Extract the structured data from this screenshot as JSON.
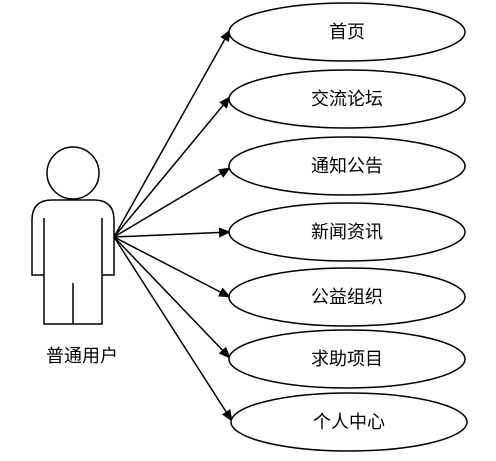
{
  "diagram": {
    "type": "use-case",
    "actor": {
      "label": "普通用户",
      "icon": "person-icon"
    },
    "use_cases": [
      {
        "id": "home",
        "label": "首页"
      },
      {
        "id": "forum",
        "label": "交流论坛"
      },
      {
        "id": "notice",
        "label": "通知公告"
      },
      {
        "id": "news",
        "label": "新闻资讯"
      },
      {
        "id": "charity",
        "label": "公益组织"
      },
      {
        "id": "help",
        "label": "求助项目"
      },
      {
        "id": "personal",
        "label": "个人中心"
      }
    ]
  },
  "colors": {
    "stroke": "#000000",
    "background": "#ffffff"
  }
}
